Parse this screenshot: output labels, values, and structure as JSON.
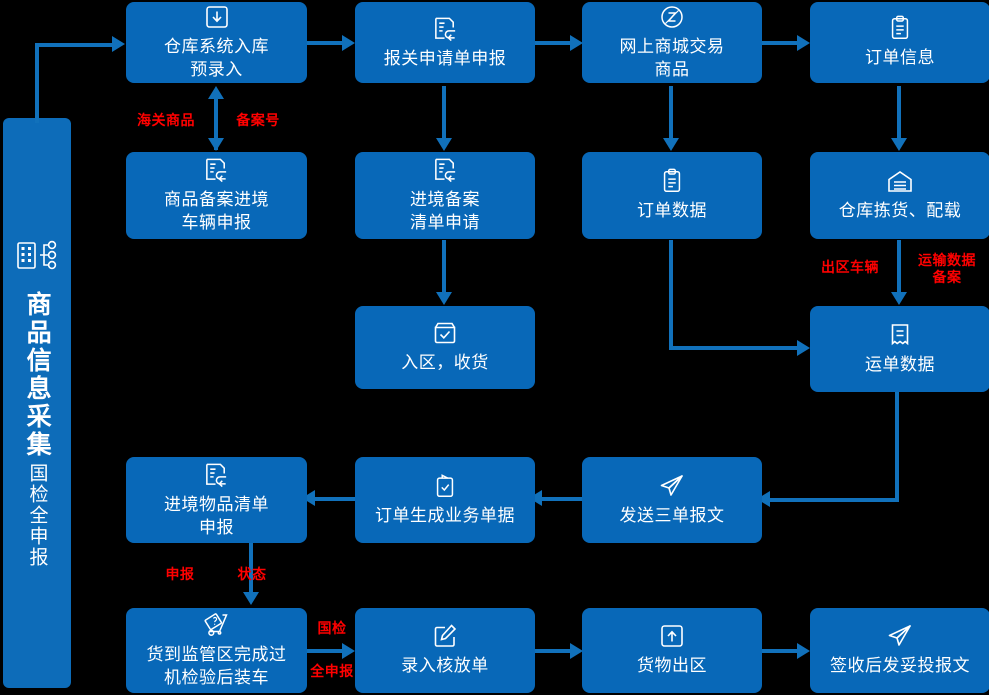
{
  "sidebar": {
    "icon": "product-info-icon",
    "title": "商品信息采集",
    "separator": "—",
    "subtitle": "国检全申报"
  },
  "nodes": [
    {
      "id": "warehouse-pre-entry",
      "icon": "download-box-icon",
      "label": "仓库系统入库\n预录入"
    },
    {
      "id": "customs-declaration",
      "icon": "doc-return-icon",
      "label": "报关申请单申报"
    },
    {
      "id": "online-mall-trade",
      "icon": "circle-z-icon",
      "label": "网上商城交易\n商品"
    },
    {
      "id": "order-info",
      "icon": "clipboard-lines-icon",
      "label": "订单信息"
    },
    {
      "id": "goods-record-vehicle",
      "icon": "doc-return-icon",
      "label": "商品备案进境\n车辆申报"
    },
    {
      "id": "entry-record-list",
      "icon": "doc-return-icon",
      "label": "进境备案\n清单申请"
    },
    {
      "id": "order-data",
      "icon": "clipboard-lines-icon",
      "label": "订单数据"
    },
    {
      "id": "warehouse-pick-load",
      "icon": "warehouse-icon",
      "label": "仓库拣货、配载"
    },
    {
      "id": "enter-zone-receive",
      "icon": "box-check-icon",
      "label": "入区，收货"
    },
    {
      "id": "waybill-data",
      "icon": "receipt-icon",
      "label": "运单数据"
    },
    {
      "id": "entry-goods-list",
      "icon": "doc-return-icon",
      "label": "进境物品清单\n申报"
    },
    {
      "id": "order-generate-doc",
      "icon": "clipboard-check-icon",
      "label": "订单生成业务单据"
    },
    {
      "id": "send-three-docs",
      "icon": "paper-plane-icon",
      "label": "发送三单报文"
    },
    {
      "id": "goods-arrive-inspect",
      "icon": "hand-truck-icon",
      "label": "货到监管区完成过\n机检验后装车"
    },
    {
      "id": "enter-release-note",
      "icon": "edit-square-icon",
      "label": "录入核放单"
    },
    {
      "id": "goods-exit-zone",
      "icon": "upload-box-icon",
      "label": "货物出区"
    },
    {
      "id": "signed-delivery-msg",
      "icon": "paper-plane-icon",
      "label": "签收后发妥投报文"
    }
  ],
  "annotations": [
    {
      "id": "customs-goods",
      "text": "海关商品"
    },
    {
      "id": "record-number",
      "text": "备案号"
    },
    {
      "id": "exit-vehicle",
      "text": "出区车辆"
    },
    {
      "id": "transport-record",
      "text": "运输数据\n备案"
    },
    {
      "id": "declare",
      "text": "申报"
    },
    {
      "id": "status",
      "text": "状态"
    },
    {
      "id": "national-inspect",
      "text": "国检"
    },
    {
      "id": "full-declare",
      "text": "全申报"
    }
  ],
  "colors": {
    "node_fill": "#0868b8",
    "sidebar_fill": "#0d6cb9",
    "connector": "#1171bb",
    "annotation": "#ff0000",
    "background": "#000000"
  }
}
